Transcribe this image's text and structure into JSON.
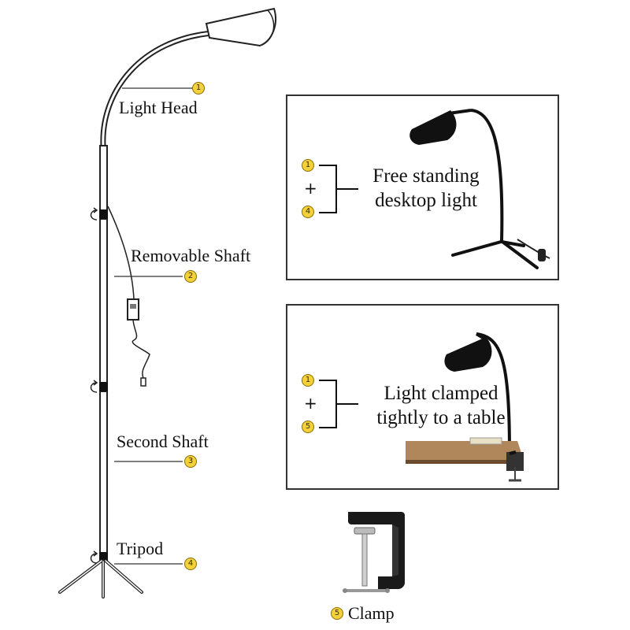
{
  "parts": [
    {
      "num": "1",
      "label": "Light Head"
    },
    {
      "num": "2",
      "label": "Removable Shaft"
    },
    {
      "num": "3",
      "label": "Second Shaft"
    },
    {
      "num": "4",
      "label": "Tripod"
    }
  ],
  "panels": [
    {
      "nums": [
        "1",
        "4"
      ],
      "plus": "+",
      "line1": "Free standing",
      "line2": "desktop light"
    },
    {
      "nums": [
        "1",
        "5"
      ],
      "plus": "+",
      "line1": "Light clamped",
      "line2": "tightly to a table"
    }
  ],
  "clamp": {
    "num": "5",
    "label": "Clamp"
  },
  "colors": {
    "badge": "#f2d13a",
    "lamp": "#111111",
    "table": "#b0875a"
  }
}
